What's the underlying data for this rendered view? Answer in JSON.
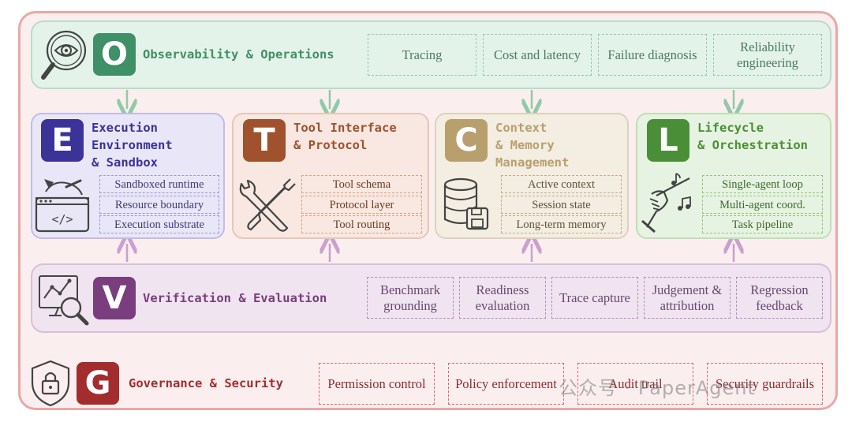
{
  "layers": {
    "observability": {
      "letter": "O",
      "title": "Observability & Operations",
      "icon": "eye-magnifier-icon",
      "color": "#3f8f67",
      "items": [
        "Tracing",
        "Cost and latency",
        "Failure diagnosis",
        "Reliability engineering"
      ]
    },
    "execution": {
      "letter": "E",
      "title": "Execution\nEnvironment\n& Sandbox",
      "icon": "sandbox-code-icon",
      "color": "#3b3398",
      "items": [
        "Sandboxed runtime",
        "Resource boundary",
        "Execution substrate"
      ]
    },
    "tool": {
      "letter": "T",
      "title": "Tool Interface\n& Protocol",
      "icon": "wrench-screwdriver-icon",
      "color": "#a0512d",
      "items": [
        "Tool schema",
        "Protocol layer",
        "Tool routing"
      ]
    },
    "context": {
      "letter": "C",
      "title": "Context\n& Memory\nManagement",
      "icon": "database-save-icon",
      "color": "#b8a06e",
      "items": [
        "Active context",
        "Session state",
        "Long-term memory"
      ]
    },
    "lifecycle": {
      "letter": "L",
      "title": "Lifecycle\n& Orchestration",
      "icon": "conductor-hand-icon",
      "color": "#4a8f37",
      "items": [
        "Single-agent loop",
        "Multi-agent coord.",
        "Task pipeline"
      ]
    },
    "verification": {
      "letter": "V",
      "title": "Verification & Evaluation",
      "icon": "chart-magnifier-icon",
      "color": "#7a3d7e",
      "items": [
        "Benchmark grounding",
        "Readiness evaluation",
        "Trace capture",
        "Judgement & attribution",
        "Regression feedback"
      ]
    },
    "governance": {
      "letter": "G",
      "title": "Governance & Security",
      "icon": "shield-lock-icon",
      "color": "#a32d2d",
      "items": [
        "Permission control",
        "Policy enforcement",
        "Audit trail",
        "Security guardrails"
      ]
    }
  },
  "watermark": "公众号 · PaperAgent"
}
